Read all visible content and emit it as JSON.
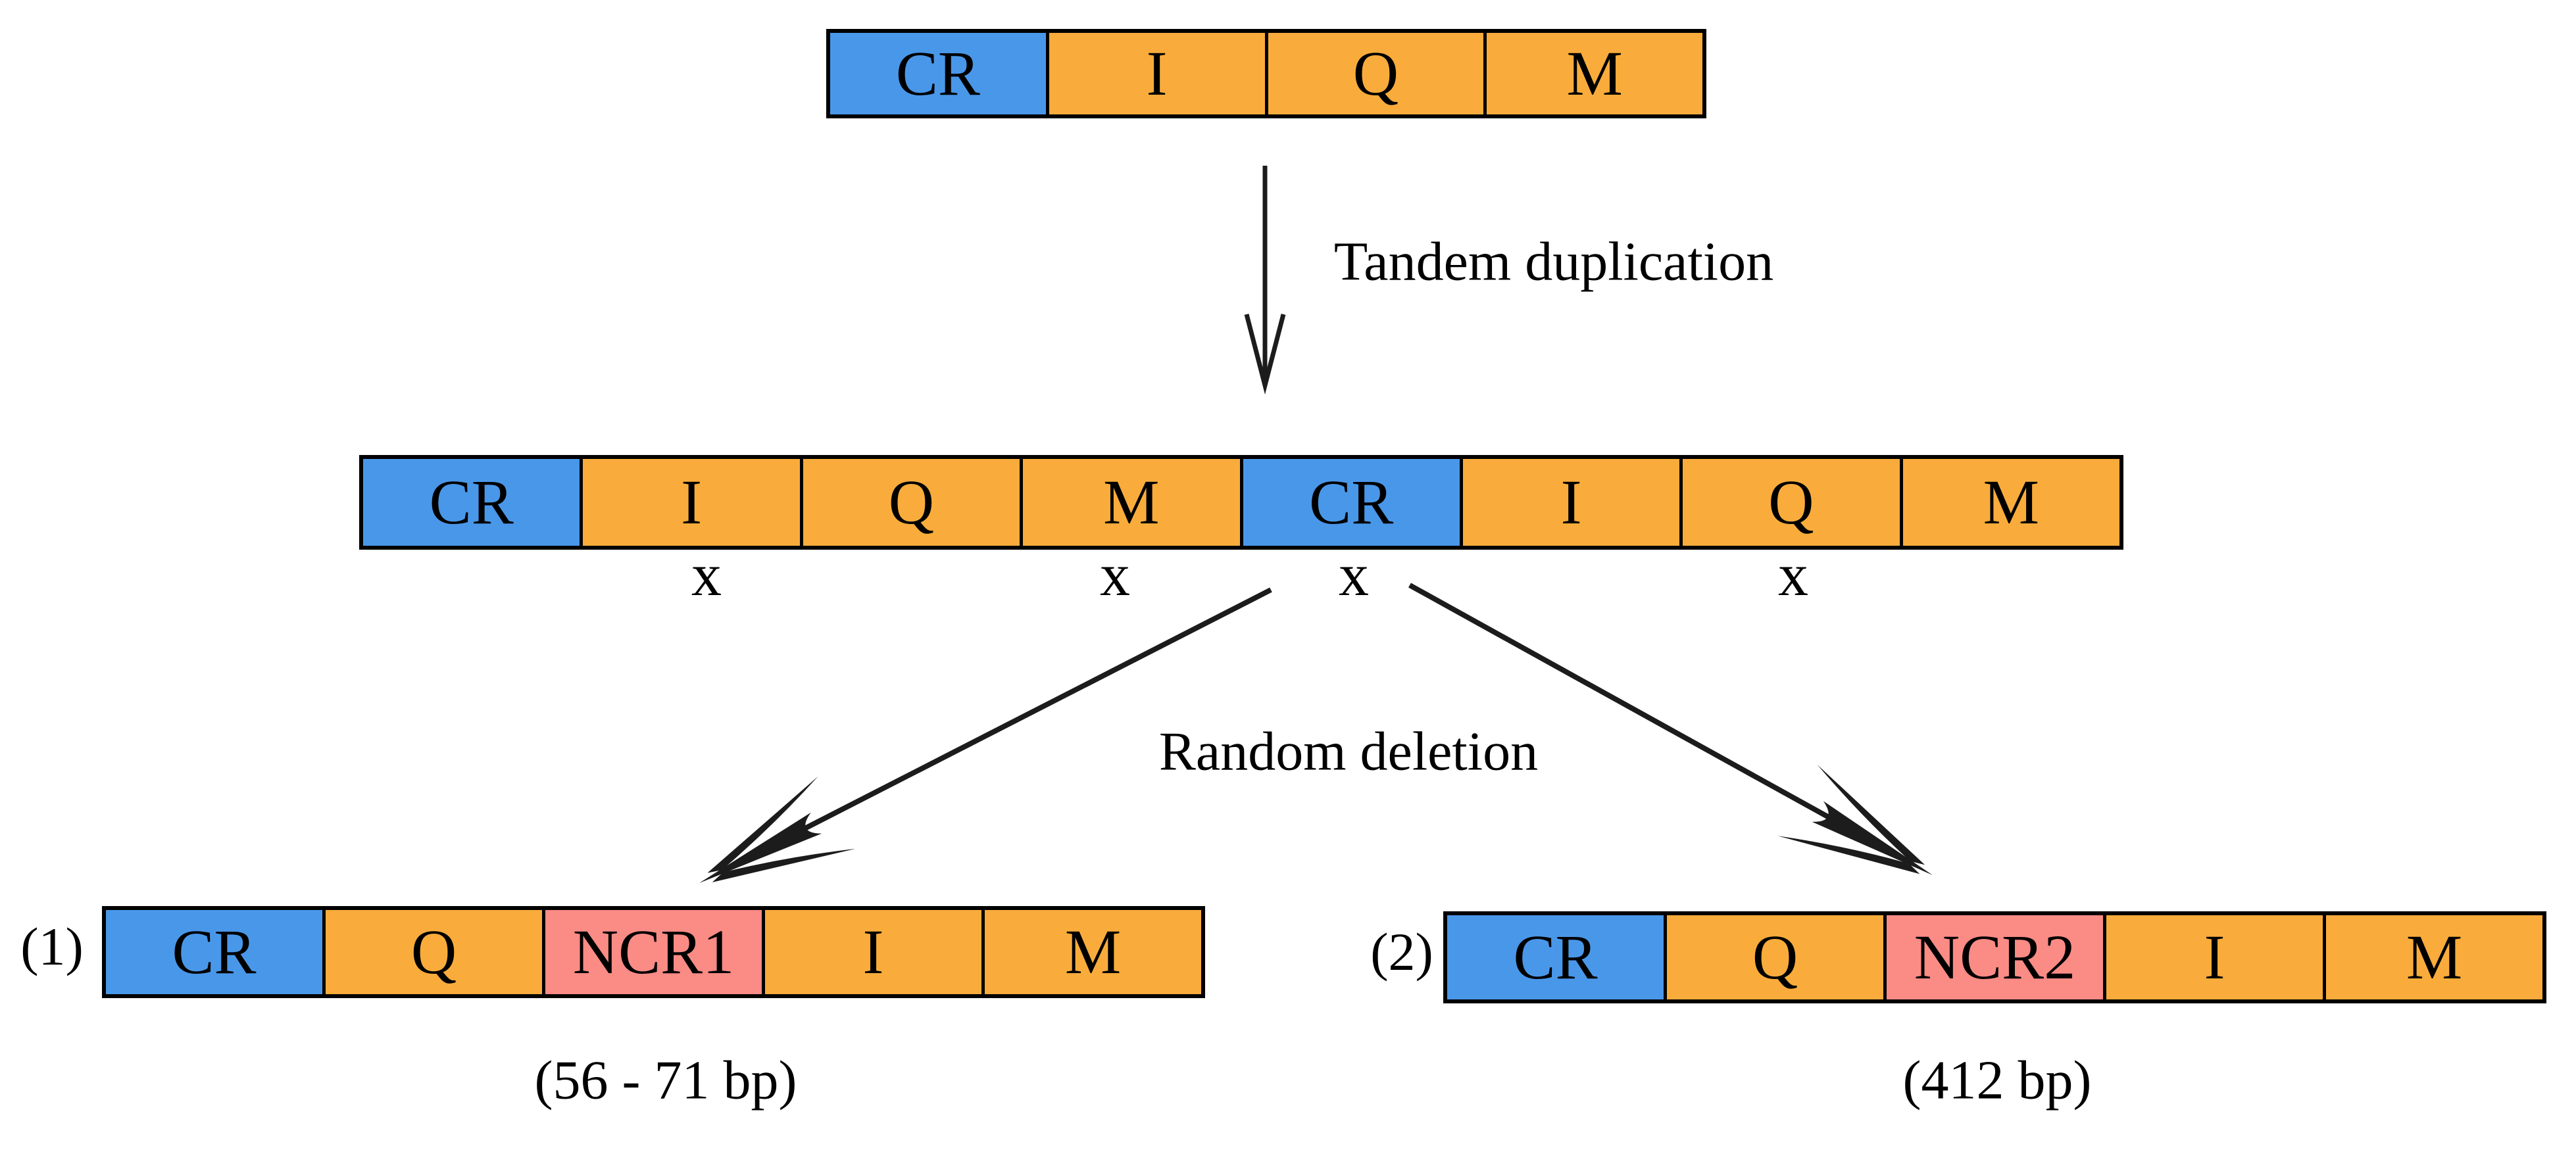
{
  "figure": {
    "background": "#ffffff",
    "palette": {
      "cr_blue": "#4997E9",
      "gene_orange": "#F9AC3B",
      "ncr_pink": "#FA8B85",
      "line_black": "#1c1c1c"
    },
    "bars": {
      "top": {
        "segments": [
          {
            "label": "CR",
            "color": "#4997E9"
          },
          {
            "label": "I",
            "color": "#F9AC3B"
          },
          {
            "label": "Q",
            "color": "#F9AC3B"
          },
          {
            "label": "M",
            "color": "#F9AC3B"
          }
        ]
      },
      "middle": {
        "segments": [
          {
            "label": "CR",
            "color": "#4997E9"
          },
          {
            "label": "I",
            "color": "#F9AC3B"
          },
          {
            "label": "Q",
            "color": "#F9AC3B"
          },
          {
            "label": "M",
            "color": "#F9AC3B"
          },
          {
            "label": "CR",
            "color": "#4997E9"
          },
          {
            "label": "I",
            "color": "#F9AC3B"
          },
          {
            "label": "Q",
            "color": "#F9AC3B"
          },
          {
            "label": "M",
            "color": "#F9AC3B"
          }
        ]
      },
      "result1": {
        "index_label": "(1)",
        "size_label": "(56 - 71 bp)",
        "segments": [
          {
            "label": "CR",
            "color": "#4997E9"
          },
          {
            "label": "Q",
            "color": "#F9AC3B"
          },
          {
            "label": "NCR1",
            "color": "#FA8B85"
          },
          {
            "label": "I",
            "color": "#F9AC3B"
          },
          {
            "label": "M",
            "color": "#F9AC3B"
          }
        ]
      },
      "result2": {
        "index_label": "(2)",
        "size_label": "(412 bp)",
        "segments": [
          {
            "label": "CR",
            "color": "#4997E9"
          },
          {
            "label": "Q",
            "color": "#F9AC3B"
          },
          {
            "label": "NCR2",
            "color": "#FA8B85"
          },
          {
            "label": "I",
            "color": "#F9AC3B"
          },
          {
            "label": "M",
            "color": "#F9AC3B"
          }
        ]
      }
    },
    "annotations": {
      "step1_label": "Tandem duplication",
      "step2_label": "Random deletion",
      "deletion_marks": [
        "x",
        "x",
        "x",
        "x"
      ]
    }
  }
}
